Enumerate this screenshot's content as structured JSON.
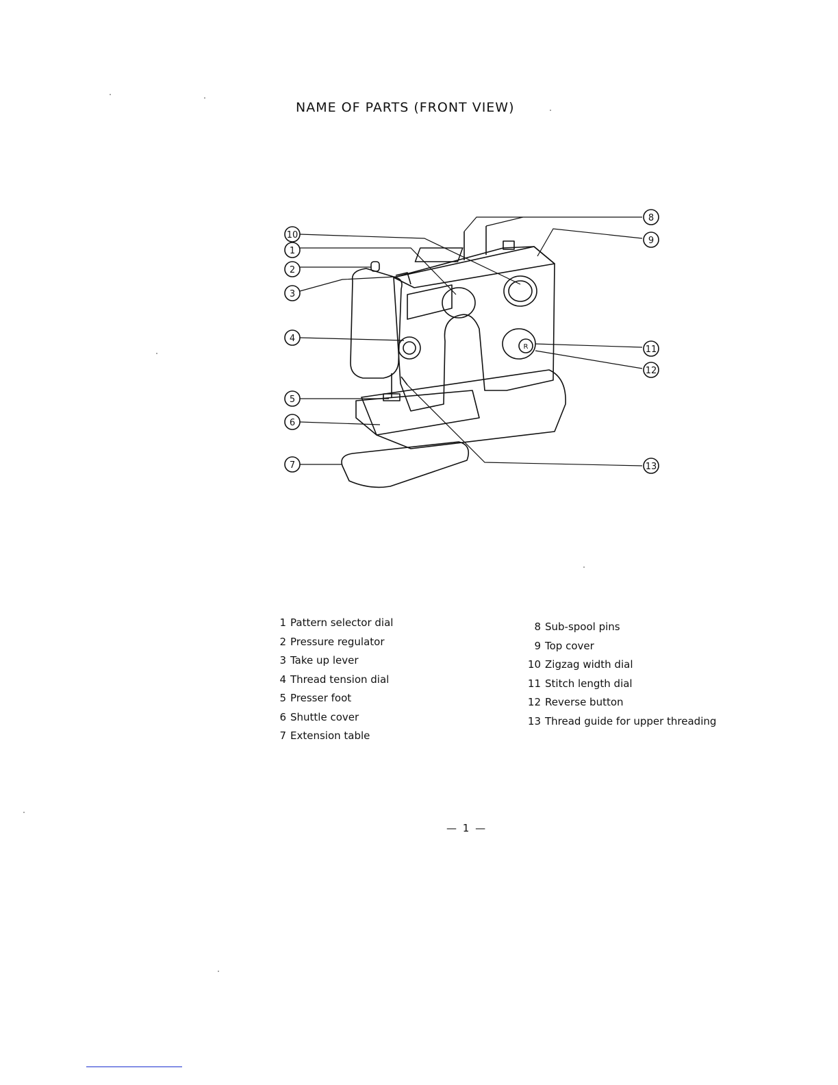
{
  "document": {
    "title": "NAME OF PARTS (FRONT VIEW)",
    "page_number": "— 1 —"
  },
  "diagram": {
    "callouts": [
      "1",
      "2",
      "3",
      "4",
      "5",
      "6",
      "7",
      "8",
      "9",
      "10",
      "11",
      "12",
      "13"
    ],
    "reverse_button_letter": "R"
  },
  "parts_left": [
    {
      "num": "1",
      "name": "Pattern selector dial"
    },
    {
      "num": "2",
      "name": "Pressure regulator"
    },
    {
      "num": "3",
      "name": "Take up lever"
    },
    {
      "num": "4",
      "name": "Thread tension dial"
    },
    {
      "num": "5",
      "name": "Presser foot"
    },
    {
      "num": "6",
      "name": "Shuttle cover"
    },
    {
      "num": "7",
      "name": "Extension table"
    }
  ],
  "parts_right": [
    {
      "num": "8",
      "name": "Sub-spool pins"
    },
    {
      "num": "9",
      "name": "Top cover"
    },
    {
      "num": "10",
      "name": "Zigzag width dial"
    },
    {
      "num": "11",
      "name": "Stitch length dial"
    },
    {
      "num": "12",
      "name": "Reverse button"
    },
    {
      "num": "13",
      "name": "Thread guide for upper threading"
    }
  ]
}
